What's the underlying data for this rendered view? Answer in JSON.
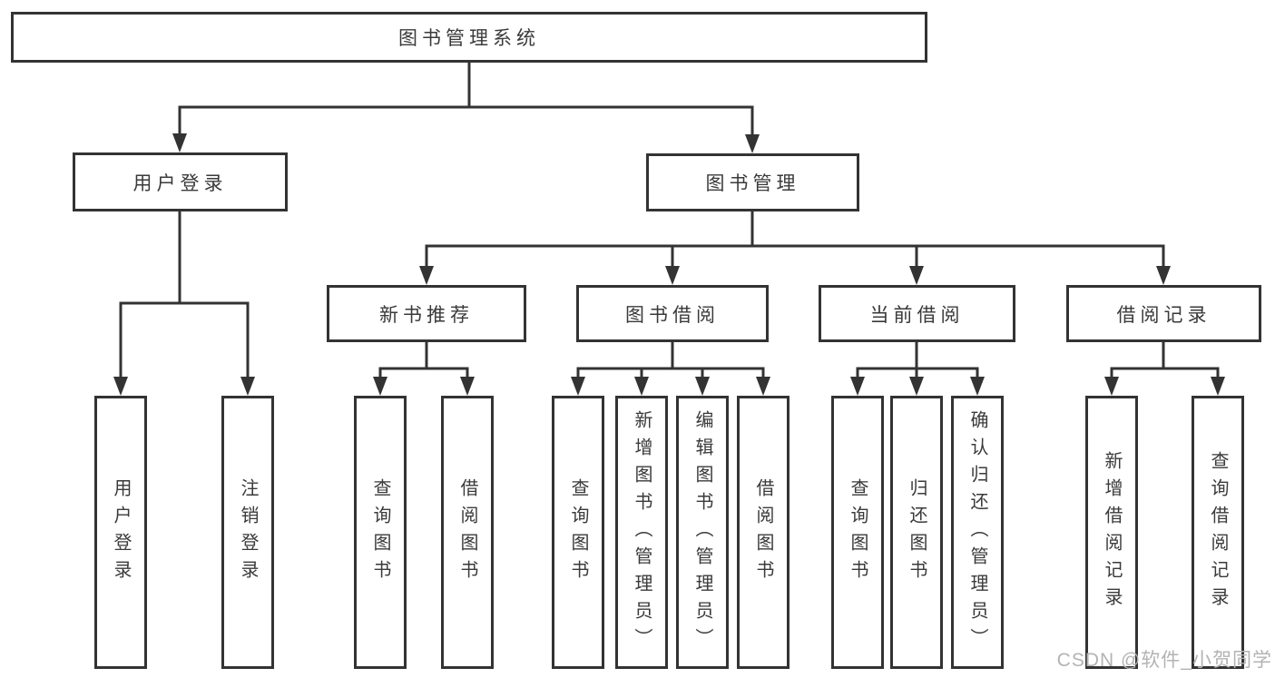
{
  "diagram": {
    "root": {
      "label": "图书管理系统"
    },
    "branches": [
      {
        "label": "用户登录",
        "children": [
          {
            "label": "用户登录"
          },
          {
            "label": "注销登录"
          }
        ]
      },
      {
        "label": "图书管理",
        "children": [
          {
            "label": "新书推荐",
            "children": [
              {
                "label": "查询图书"
              },
              {
                "label": "借阅图书"
              }
            ]
          },
          {
            "label": "图书借阅",
            "children": [
              {
                "label": "查询图书"
              },
              {
                "label": "新增图书（管理员）"
              },
              {
                "label": "编辑图书（管理员）"
              },
              {
                "label": "借阅图书"
              }
            ]
          },
          {
            "label": "当前借阅",
            "children": [
              {
                "label": "查询图书"
              },
              {
                "label": "归还图书"
              },
              {
                "label": "确认归还（管理员）"
              }
            ]
          },
          {
            "label": "借阅记录",
            "children": [
              {
                "label": "新增借阅记录"
              },
              {
                "label": "查询借阅记录"
              }
            ]
          }
        ]
      }
    ]
  },
  "colors": {
    "line": "#333333",
    "text": "#3a3a3a",
    "watermark": "#b3b3b3",
    "background": "#ffffff"
  },
  "watermark": "CSDN @软件_小贺同学"
}
